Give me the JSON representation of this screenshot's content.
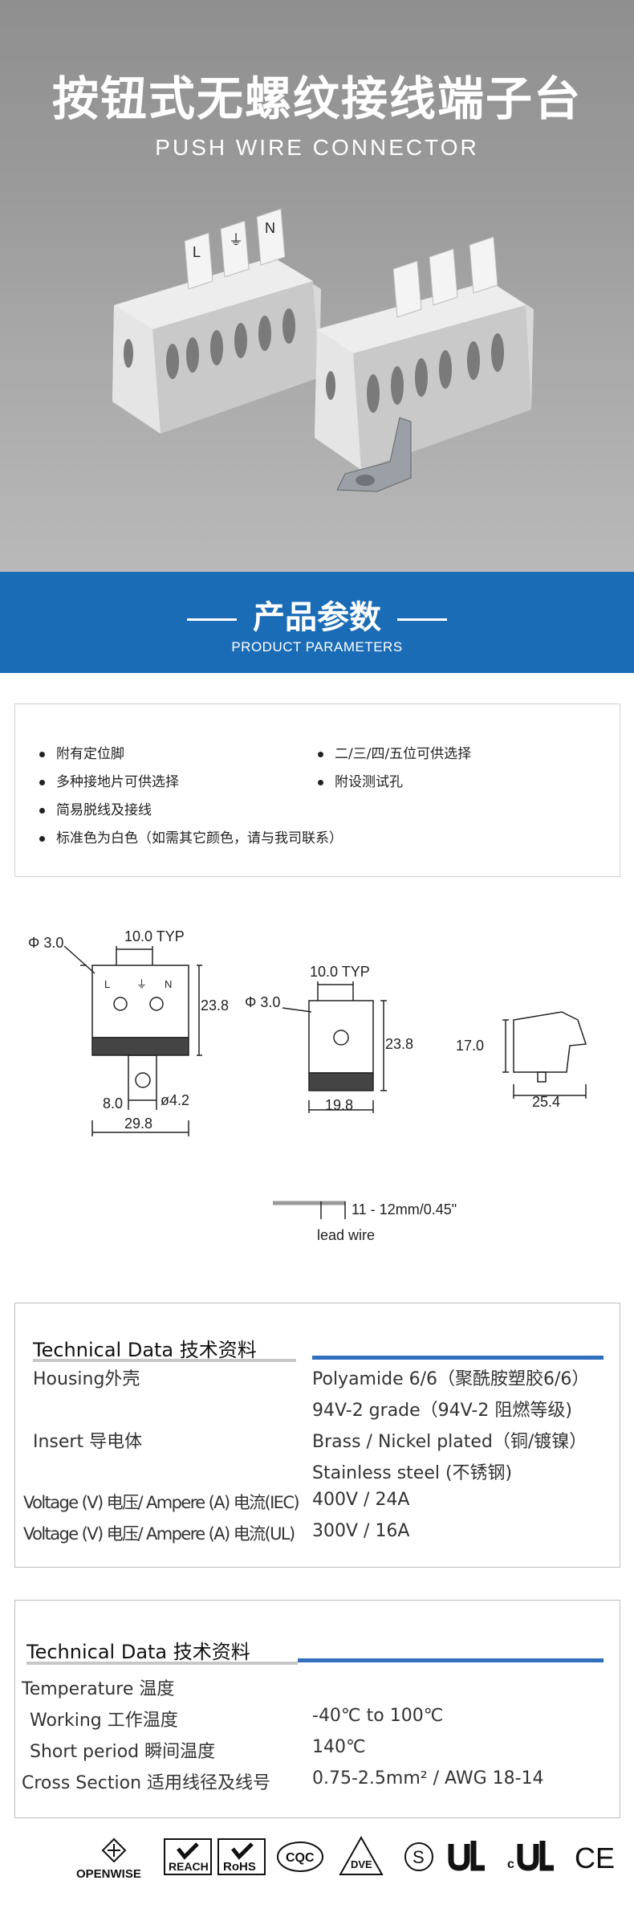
{
  "hero": {
    "title": "按钮式无螺纹接线端子台",
    "subtitle": "PUSH WIRE CONNECTOR",
    "terminal_labels": [
      "L",
      "⏚",
      "N"
    ]
  },
  "banner": {
    "title": "产品参数",
    "subtitle": "PRODUCT PARAMETERS"
  },
  "features": [
    "附有定位脚",
    "二/三/四/五位可供选择",
    "多种接地片可供选择",
    "附设测试孔",
    "简易脱线及接线",
    "标准色为白色（如需其它颜色，请与我司联系）"
  ],
  "drawings": {
    "typ1": "10.0 TYP",
    "phi1": "Φ 3.0",
    "h1": "23.8",
    "w1a": "8.0",
    "hole": "ø4.2",
    "w1b": "29.8",
    "typ2": "10.0 TYP",
    "phi2": "Φ 3.0",
    "h2": "23.8",
    "w2": "19.8",
    "h3": "17.0",
    "w3": "25.4",
    "strip": "11 - 12mm/0.45\"",
    "lead": "lead wire",
    "pin_labels": [
      "L",
      "⏚",
      "N"
    ]
  },
  "tech1": {
    "heading": "Technical Data 技术资料",
    "rows": [
      {
        "label": "Housing外壳",
        "value": "Polyamide 6/6（聚酰胺塑胶6/6）"
      },
      {
        "label": "",
        "value": "94V-2 grade（94V-2 阻燃等级)"
      },
      {
        "label": "Insert 导电体",
        "value": "Brass / Nickel plated（铜/镀镍）"
      },
      {
        "label": "",
        "value": "Stainless steel (不锈钢)"
      },
      {
        "label": "Voltage (V) 电压/ Ampere (A) 电流(IEC)",
        "value": "400V / 24A"
      },
      {
        "label": "Voltage (V) 电压/ Ampere (A) 电流(UL)",
        "value": "300V / 16A"
      }
    ]
  },
  "tech2": {
    "heading": "Technical Data 技术资料",
    "rows": [
      {
        "label": "Temperature 温度",
        "value": ""
      },
      {
        "label": "Working 工作温度",
        "value": "-40℃ to 100℃"
      },
      {
        "label": "Short period 瞬间温度",
        "value": "140℃"
      },
      {
        "label": "Cross Section 适用线径及线号",
        "value": "0.75-2.5mm² / AWG 18-14"
      }
    ]
  },
  "certs": {
    "openwise": "OPENWISE",
    "reach": "REACH",
    "rohs": "RoHS",
    "cqc": "CQC",
    "vde": "DVE",
    "s_mark": "S",
    "ce": "CE"
  }
}
